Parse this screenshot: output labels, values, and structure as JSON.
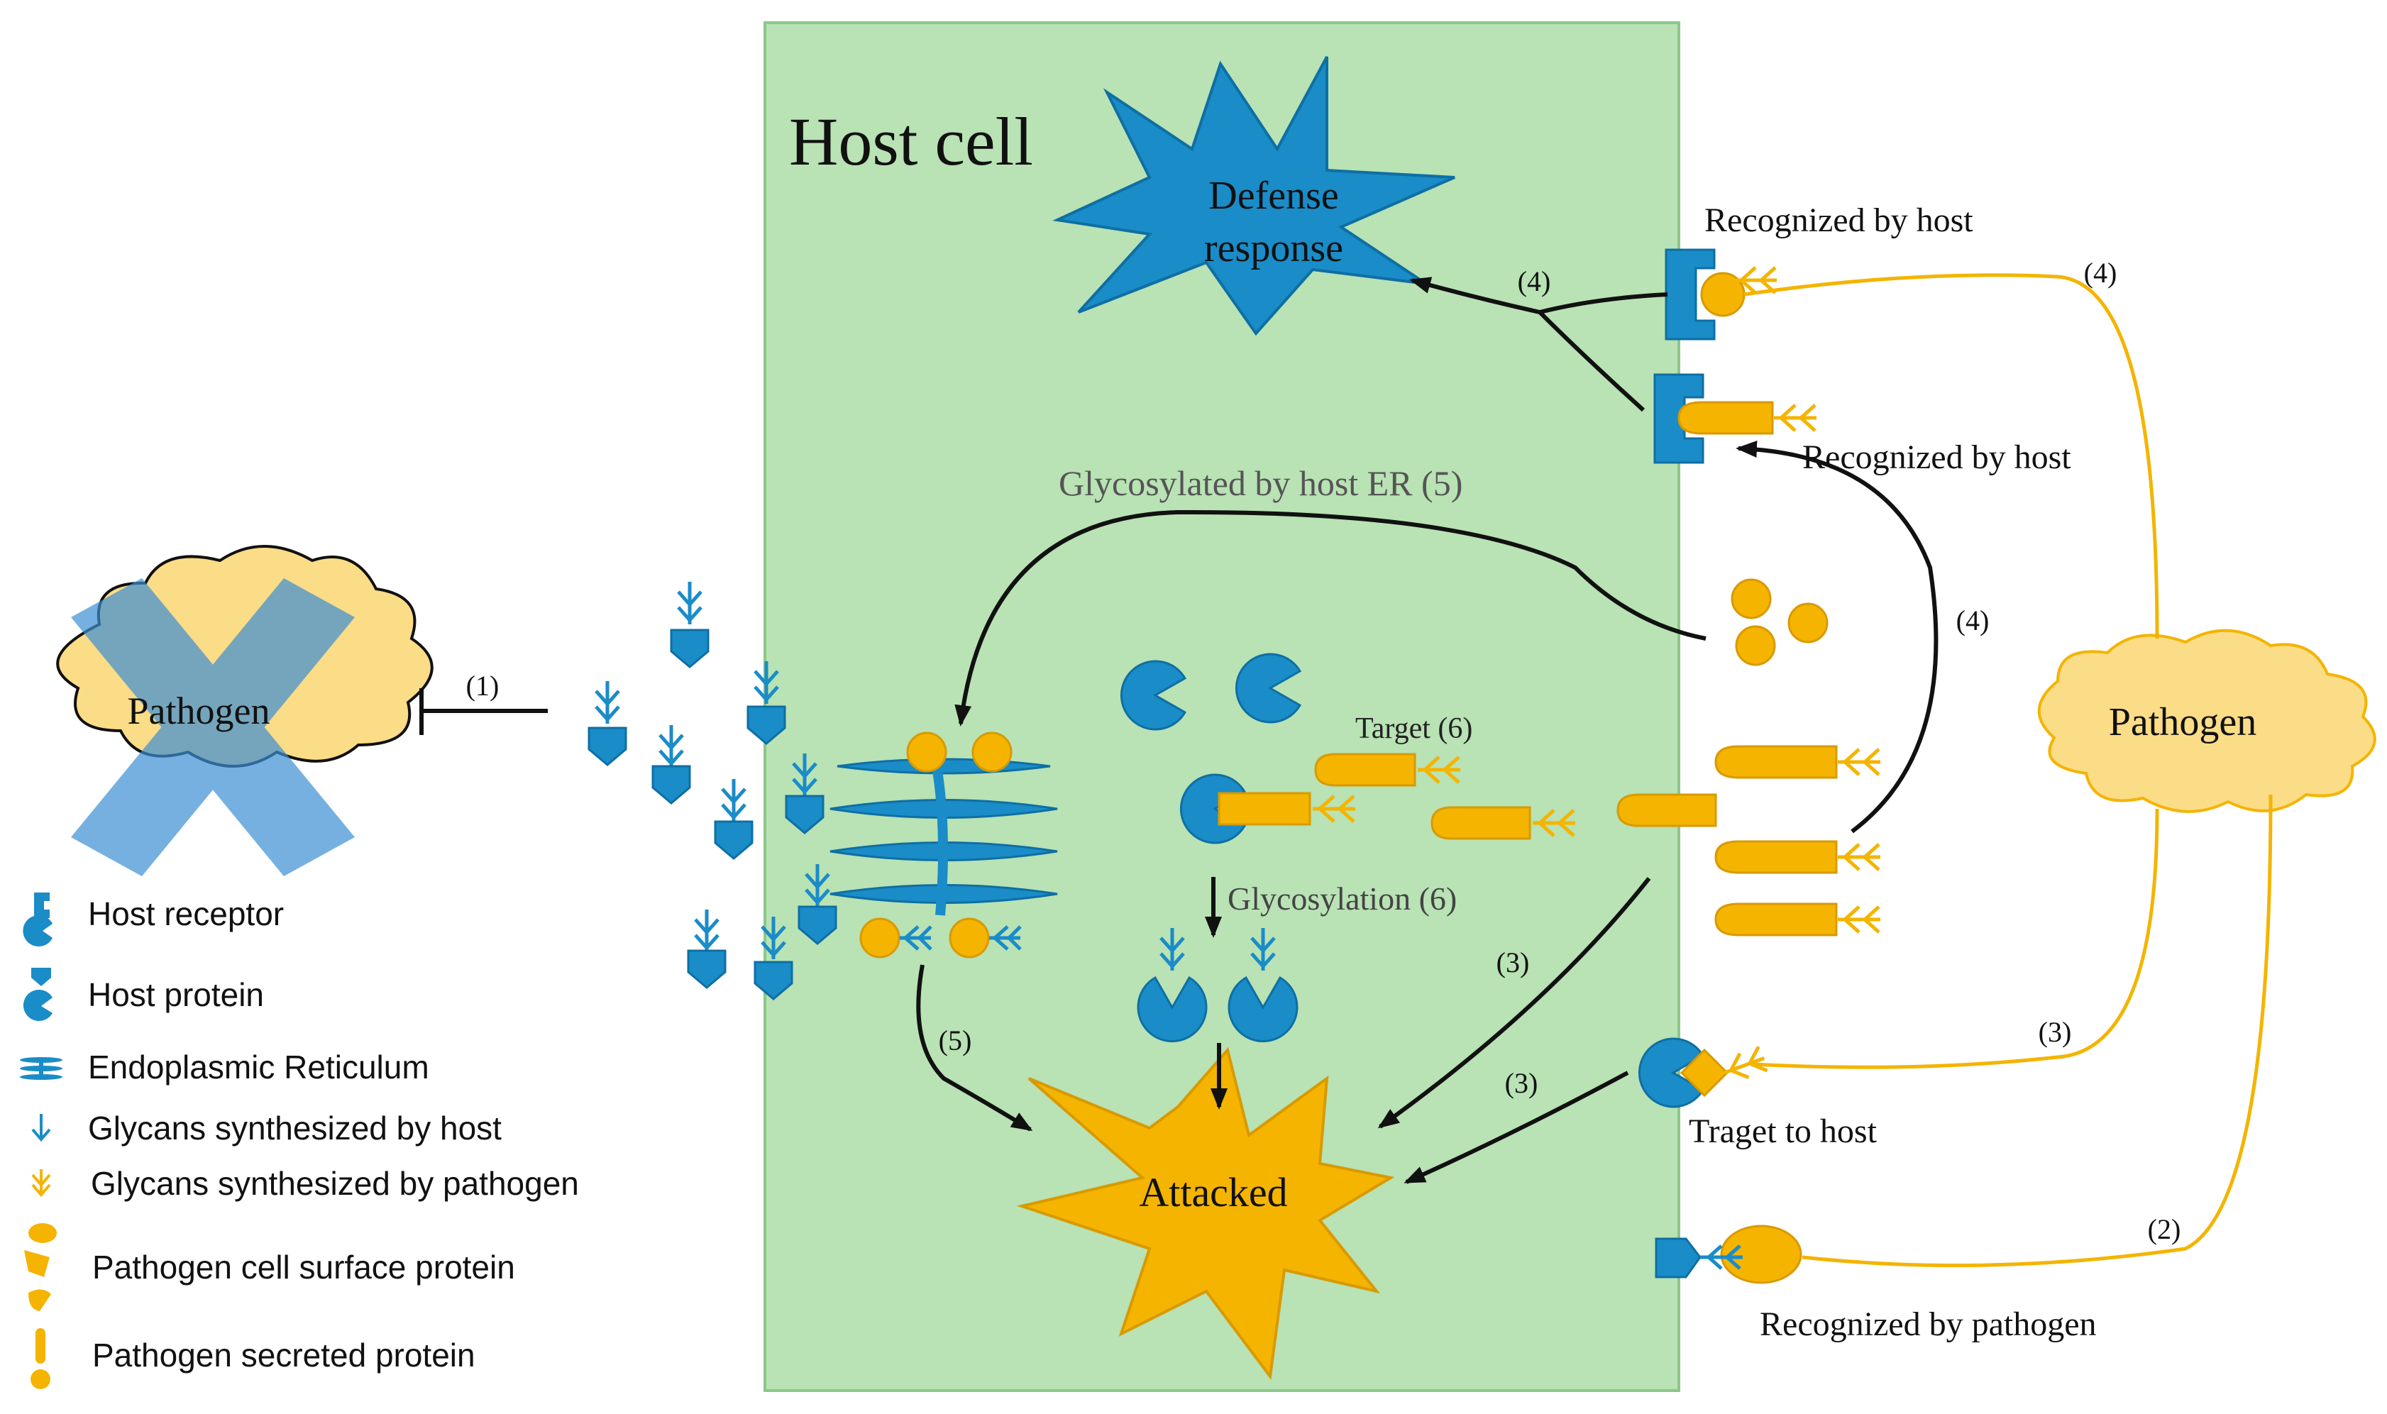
{
  "title": "Host cell",
  "colors": {
    "host_blue": "#1a8cc8",
    "pathogen_yellow": "#f4b400",
    "cell_green": "#b9e2b5",
    "cloud_yellow": "#fbdc87",
    "arrow_black": "#111111"
  },
  "pathogen_left": {
    "label": "Pathogen"
  },
  "pathogen_right": {
    "label": "Pathogen"
  },
  "defense": {
    "line1": "Defense",
    "line2": "response"
  },
  "attacked": {
    "label": "Attacked"
  },
  "labels": {
    "recognized_by_host_1": "Recognized by host",
    "recognized_by_host_2": "Recognized by host",
    "glycosylated_by_host_er": "Glycosylated by host ER (5)",
    "target_6": "Target (6)",
    "glycosylation_6": "Glycosylation (6)",
    "traget_to_host": "Traget to host",
    "recognized_by_pathogen": "Recognized by pathogen"
  },
  "step_labels": {
    "inhibit": "(1)",
    "p2": "(2)",
    "p3_right": "(3)",
    "p3_a": "(3)",
    "p3_b": "(3)",
    "p4_top": "(4)",
    "p4_right": "(4)",
    "p4_mid": "(4)",
    "p5": "(5)"
  },
  "legend": [
    {
      "icon": "host-receptor-icon",
      "label": "Host receptor"
    },
    {
      "icon": "host-protein-icon",
      "label": "Host protein"
    },
    {
      "icon": "endoplasmic-reticulum-icon",
      "label": "Endoplasmic Reticulum"
    },
    {
      "icon": "host-glycan-icon",
      "label": "Glycans synthesized by host"
    },
    {
      "icon": "pathogen-glycan-icon",
      "label": "Glycans synthesized by pathogen"
    },
    {
      "icon": "pathogen-surface-protein-icon",
      "label": "Pathogen cell surface protein"
    },
    {
      "icon": "pathogen-secreted-protein-icon",
      "label": "Pathogen secreted protein"
    }
  ]
}
